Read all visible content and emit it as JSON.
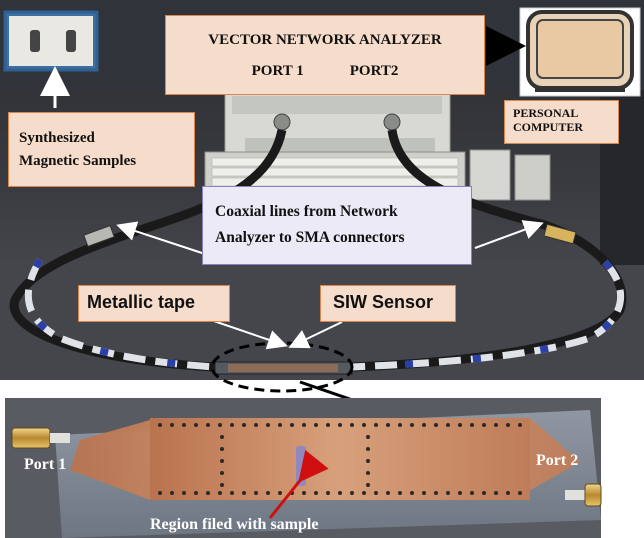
{
  "labels": {
    "analyzer_title": "VECTOR NETWORK ANALYZER",
    "analyzer_port1": "PORT 1",
    "analyzer_port2": "PORT2",
    "personal": "PERSONAL",
    "computer": "COMPUTER",
    "samples_line1": "Synthesized",
    "samples_line2": "Magnetic Samples",
    "coax_line1": "Coaxial lines from Network",
    "coax_line2": "Analyzer to SMA connectors",
    "metallic_tape": "Metallic tape",
    "siw_sensor": "SIW Sensor",
    "port1": "Port 1",
    "port2": "Port 2",
    "region": "Region filed with sample"
  },
  "colors": {
    "orange_box_fill": "#f6dccb",
    "orange_box_border": "#d8854e",
    "lavender_box_fill": "#eceaf6",
    "lavender_box_border": "#8a7fc2",
    "copper": "#c98a62",
    "board": "#7c8594",
    "arrow_red": "#d01010"
  }
}
